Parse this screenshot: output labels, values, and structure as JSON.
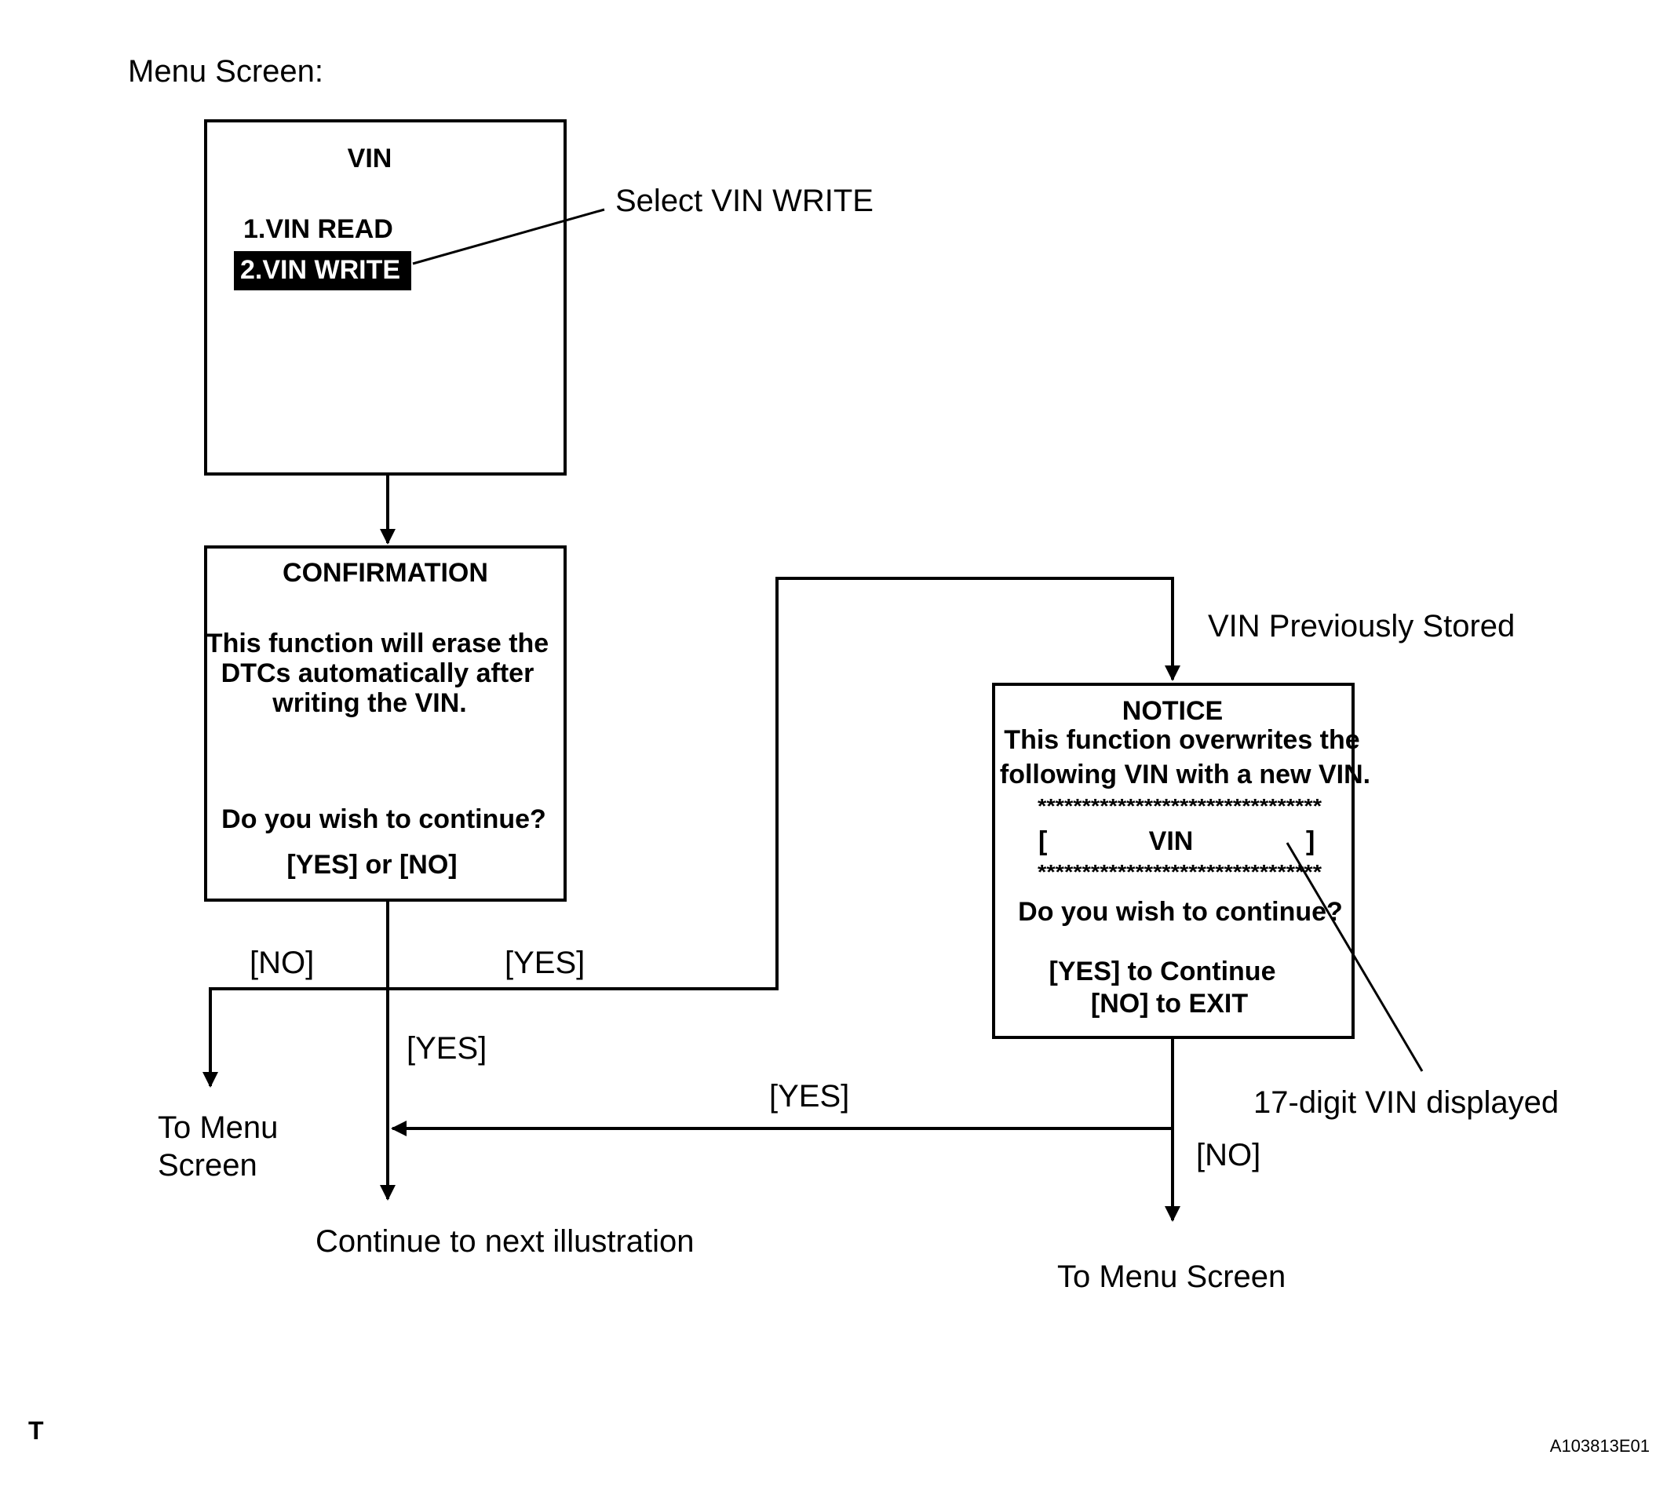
{
  "menu_screen_label": "Menu Screen:",
  "vin_box": {
    "title": "VIN",
    "item1": "1.VIN READ",
    "item2": "2.VIN WRITE"
  },
  "select_callout": "Select VIN WRITE",
  "confirmation_box": {
    "title": "CONFIRMATION",
    "line1": "This function will erase the",
    "line2": "DTCs automatically after",
    "line3": "writing the VIN.",
    "question": "Do you wish to continue?",
    "options": "[YES] or [NO]"
  },
  "vin_previously_stored": "VIN Previously Stored",
  "notice_box": {
    "title": "NOTICE",
    "line1": "This function overwrites the",
    "line2": "following VIN with a new VIN.",
    "stars": "********************************",
    "bracket_open": "[",
    "vin": "VIN",
    "bracket_close": "]",
    "question": "Do you wish to continue?",
    "yes_option": "[YES] to Continue",
    "no_option": "[NO] to EXIT"
  },
  "labels": {
    "no_left": "[NO]",
    "yes_branch": "[YES]",
    "yes_down": "[YES]",
    "yes_return": "[YES]",
    "no_notice": "[NO]",
    "to_menu_left_1": "To Menu",
    "to_menu_left_2": "Screen",
    "continue_next": "Continue to next illustration",
    "to_menu_right": "To Menu Screen",
    "seventeen_digit": "17-digit VIN displayed"
  },
  "corner_mark": "T",
  "figure_id": "A103813E01"
}
